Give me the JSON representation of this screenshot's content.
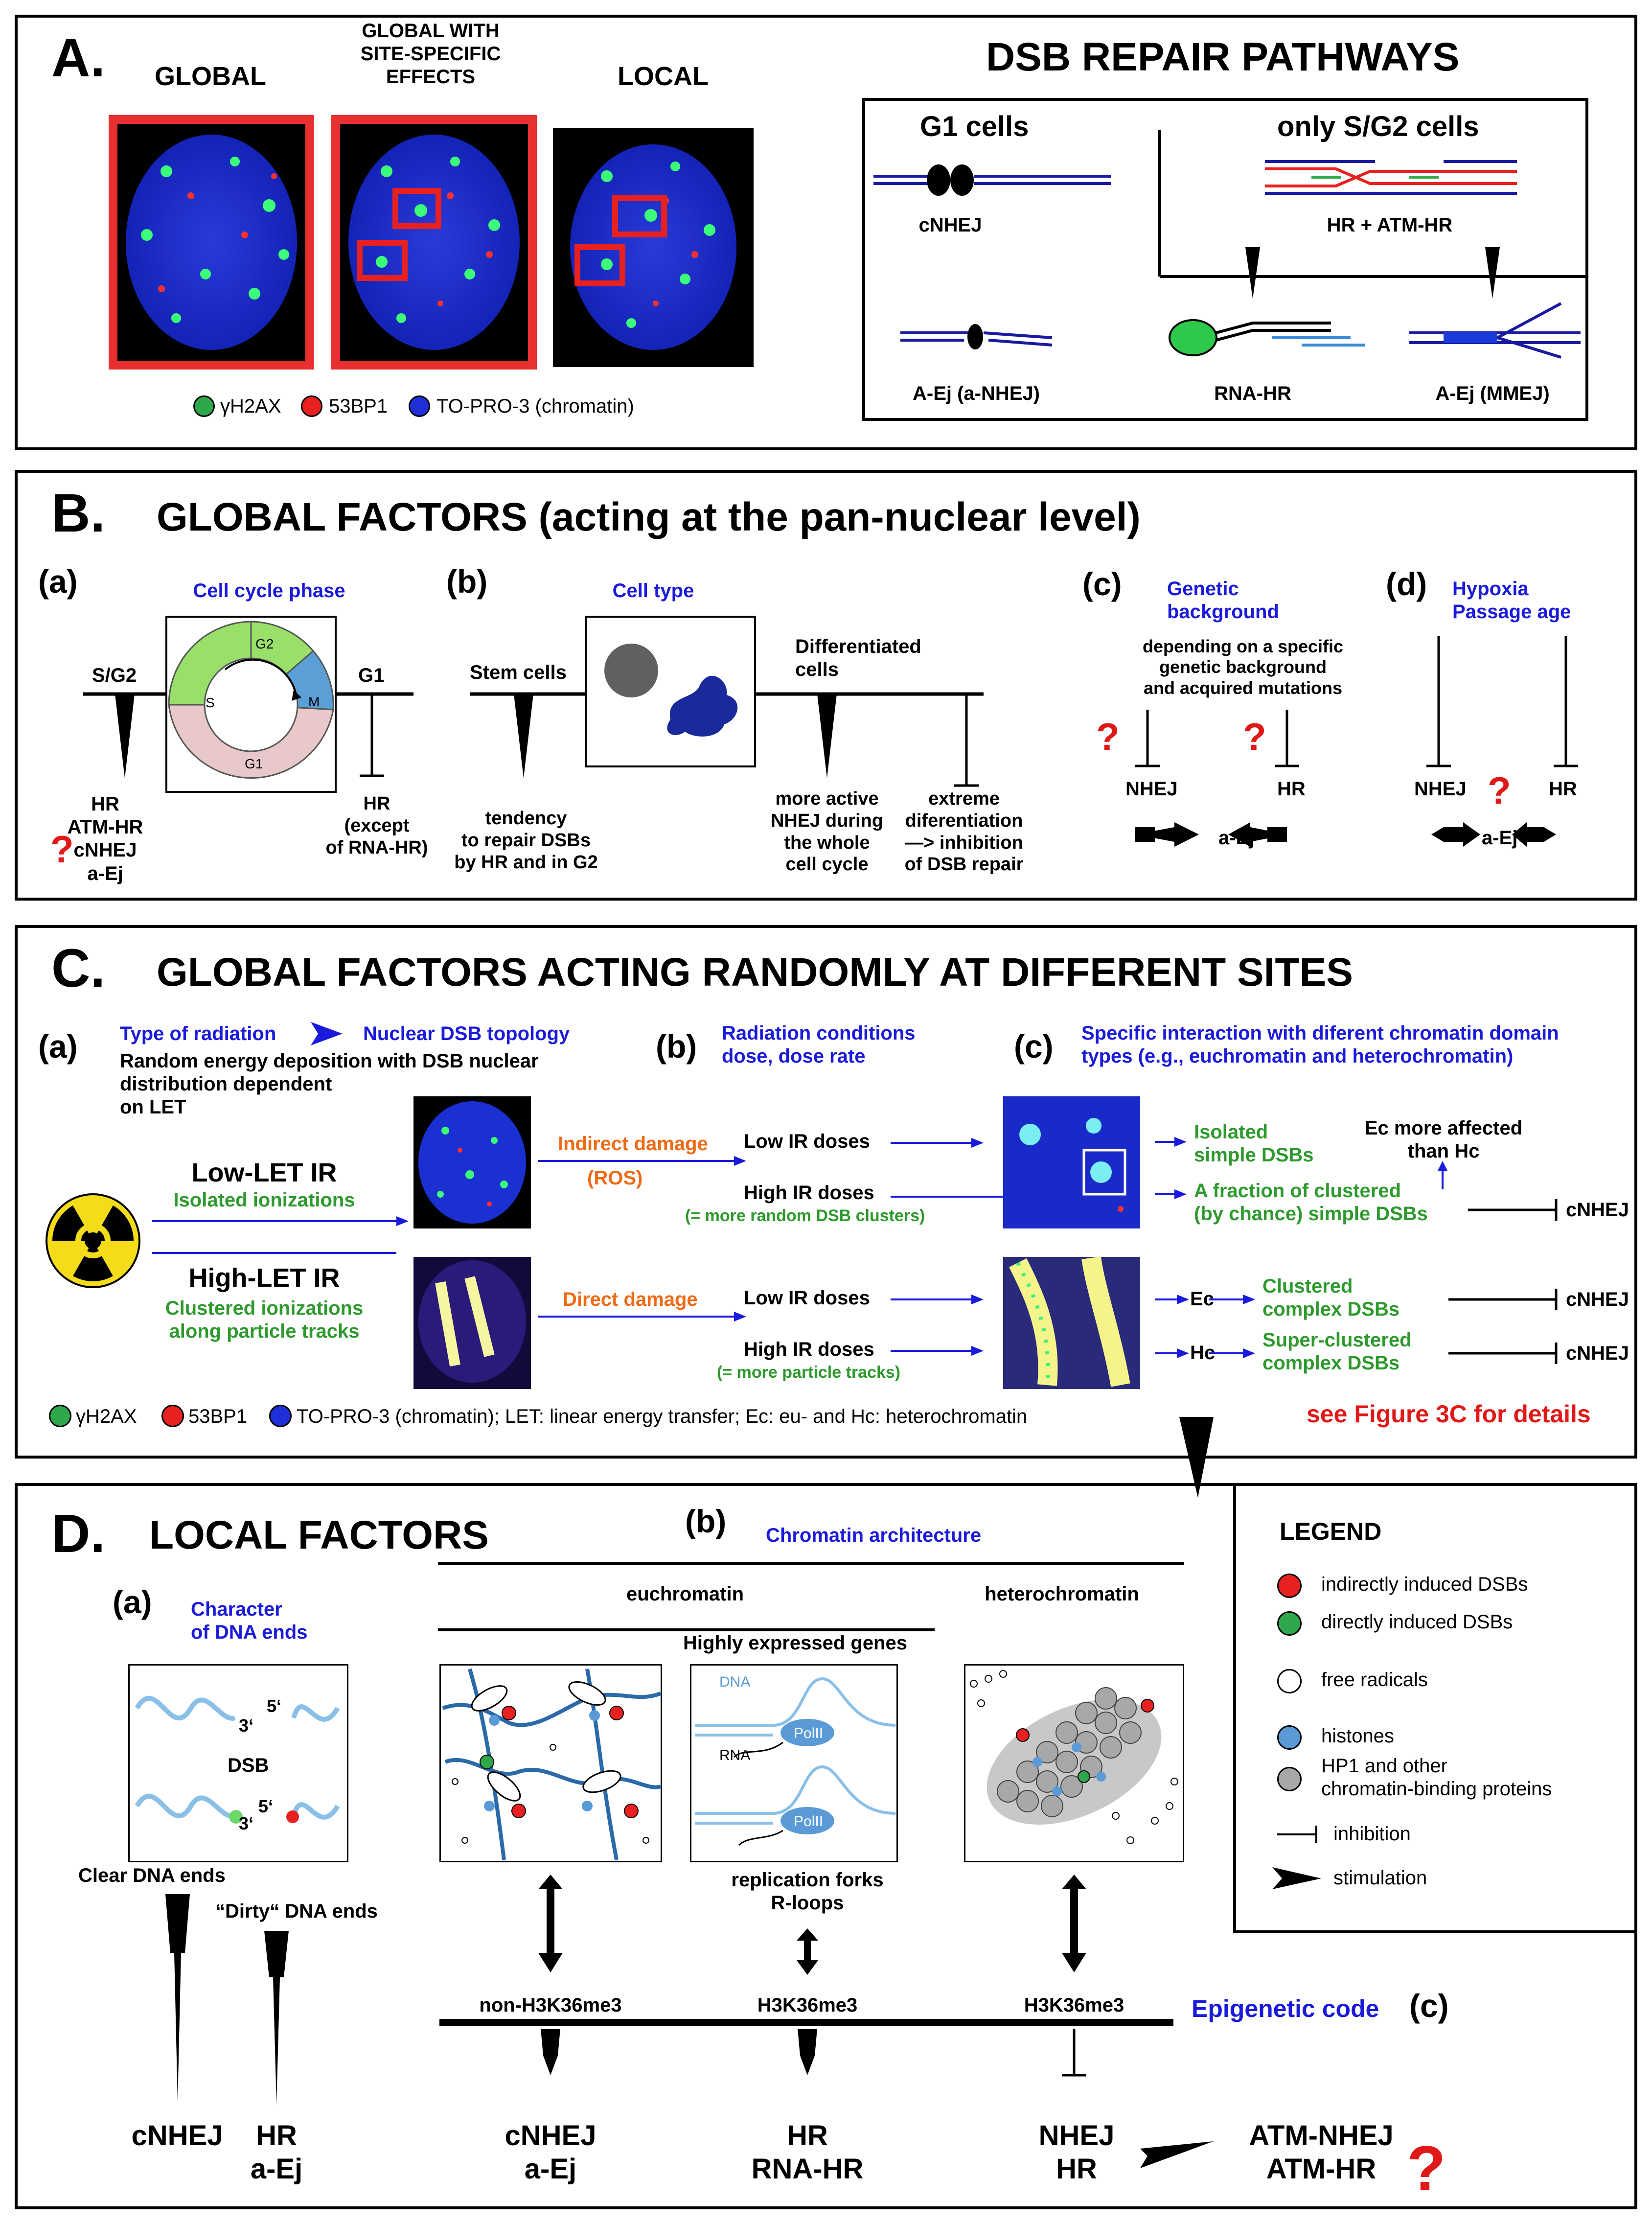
{
  "colors": {
    "blue_label": "#1a1adc",
    "green": "#2e9a2e",
    "orange": "#f06a14",
    "red": "#e01818",
    "frame": "#e83030"
  },
  "A": {
    "letter": "A.",
    "global": "GLOBAL",
    "global_site": "GLOBAL WITH\nSITE-SPECIFIC\nEFFECTS",
    "local": "LOCAL",
    "legend_gamma": "γH2AX",
    "legend_53": "53BP1",
    "legend_topro": "TO-PRO-3 (chromatin)",
    "dsb_title": "DSB REPAIR PATHWAYS",
    "g1_cells": "G1 cells",
    "sg2_cells": "only S/G2 cells",
    "cnhej": "cNHEJ",
    "hr_atm": "HR  +  ATM-HR",
    "aej_anhej": "A-Ej (a-NHEJ)",
    "rna_hr": "RNA-HR",
    "aej_mmej": "A-Ej (MMEJ)"
  },
  "B": {
    "letter": "B.",
    "title": "GLOBAL FACTORS (acting at the pan-nuclear level)",
    "a_label": "(a)",
    "cell_cycle": "Cell cycle phase",
    "sg2": "S/G2",
    "g1": "G1",
    "ring_s": "S",
    "ring_g2": "G2",
    "ring_m": "M",
    "ring_g1": "G1",
    "qmark": "?",
    "hr_list": "HR\nATM-HR\ncNHEJ\na-Ej",
    "hr_except": "HR\n(except\nof RNA-HR)",
    "b_label": "(b)",
    "cell_type": "Cell type",
    "stem": "Stem cells",
    "differentiated": "Differentiated\ncells",
    "tendency": "tendency\nto repair DSBs\nby HR and in G2",
    "more_active": "more active\nNHEJ during\nthe whole\ncell cycle",
    "extreme": "extreme\ndiferentiation\n—> inhibition\nof DSB repair",
    "c_label": "(c)",
    "genetic": "Genetic\nbackground",
    "depending": "depending on a specific\ngenetic background\nand acquired mutations",
    "nhej": "NHEJ",
    "hr": "HR",
    "aej": "a-Ej",
    "d_label": "(d)",
    "hypoxia": "Hypoxia\nPassage age"
  },
  "C": {
    "letter": "C.",
    "title": "GLOBAL FACTORS ACTING RANDOMLY AT DIFFERENT SITES",
    "a_label": "(a)",
    "type_rad": "Type of radiation",
    "topology": "Nuclear DSB topology",
    "random": "Random energy deposition with DSB nuclear\ndistribution dependent\non LET",
    "b_label": "(b)",
    "rad_cond": "Radiation conditions\ndose, dose rate",
    "c_label": "(c)",
    "specific": "Specific interaction with diferent chromatin domain\ntypes (e.g., euchromatin and heterochromatin)",
    "low_let": "Low-LET IR",
    "isolated_ion": "Isolated ionizations",
    "high_let": "High-LET IR",
    "clustered_ion": "Clustered ionizations\nalong particle tracks",
    "indirect": "Indirect damage",
    "ros": "(ROS)",
    "direct": "Direct damage",
    "low_ir": "Low IR doses",
    "high_ir": "High IR doses",
    "more_random": "(= more random DSB clusters)",
    "more_tracks": "(= more particle tracks)",
    "isolated_simple": "Isolated\nsimple DSBs",
    "ec_more": "Ec more affected\nthan Hc",
    "fraction": "A fraction of clustered\n(by chance) simple DSBs",
    "cnhej": "cNHEJ",
    "ec": "Ec",
    "hc": "Hc",
    "clustered_complex": "Clustered\ncomplex DSBs",
    "super_clustered": "Super-clustered\ncomplex DSBs",
    "legend_gamma": "γH2AX",
    "legend_53": "53BP1",
    "legend_rest": "TO-PRO-3 (chromatin);   LET: linear energy transfer;   Ec: eu- and Hc: heterochromatin",
    "see_fig": "see Figure 3C for details"
  },
  "D": {
    "letter": "D.",
    "title": "LOCAL FACTORS",
    "a_label": "(a)",
    "character": "Character\nof DNA ends",
    "three1": "3‘",
    "five1": "5‘",
    "dsb": "DSB",
    "three2": "3‘",
    "five2": "5‘",
    "clear": "Clear DNA ends",
    "dirty": "“Dirty“ DNA ends",
    "b_label": "(b)",
    "chromatin_arch": "Chromatin architecture",
    "euchromatin": "euchromatin",
    "heterochromatin": "heterochromatin",
    "highly": "Highly expressed genes",
    "dna": "DNA",
    "rna": "RNA",
    "polii": "PolII",
    "replication": "replication forks\nR-loops",
    "non_h3": "non-H3K36me3",
    "h3a": "H3K36me3",
    "h3b": "H3K36me3",
    "epigenetic": "Epigenetic code",
    "c_label": "(c)",
    "out1": "cNHEJ",
    "out2": "HR\na-Ej",
    "out3": "cNHEJ\na-Ej",
    "out4": "HR\nRNA-HR",
    "out5": "NHEJ\nHR",
    "out6": "ATM-NHEJ\nATM-HR",
    "qmark": "?"
  },
  "legend": {
    "title": "LEGEND",
    "l1": "indirectly induced DSBs",
    "l2": "directly induced DSBs",
    "l3": "free radicals",
    "l4": "histones",
    "l5": "HP1 and other\nchromatin-binding proteins",
    "l6": "inhibition",
    "l7": "stimulation"
  }
}
